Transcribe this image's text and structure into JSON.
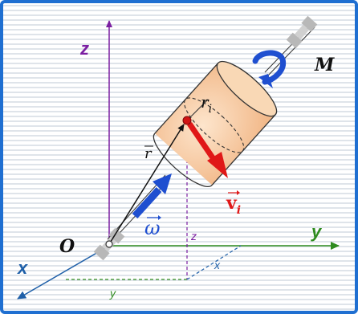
{
  "labels": {
    "z_axis": "z",
    "y_axis": "y",
    "x_axis": "x",
    "origin": "O",
    "moment": "M",
    "r_i_base": "r",
    "r_i_sub": "i",
    "r_vec": "r",
    "omega": "ω",
    "v_base": "v",
    "v_sub": "i",
    "proj_z": "z",
    "proj_x": "x",
    "proj_y": "y"
  },
  "colors": {
    "border": "#1f6fd1",
    "stripe": "#dfe4ea",
    "z_axis": "#7b1fa2",
    "y_axis": "#2e8b1f",
    "x_axis": "#1e5fa8",
    "cylinder_fill": "#f7cfa6",
    "cylinder_stroke": "#333333",
    "omega_arrow": "#1f4fd0",
    "velocity_arrow": "#e01818",
    "point": "#d11414",
    "moment_arrow": "#1f4fd0",
    "bearing": "#b8b8b8"
  }
}
